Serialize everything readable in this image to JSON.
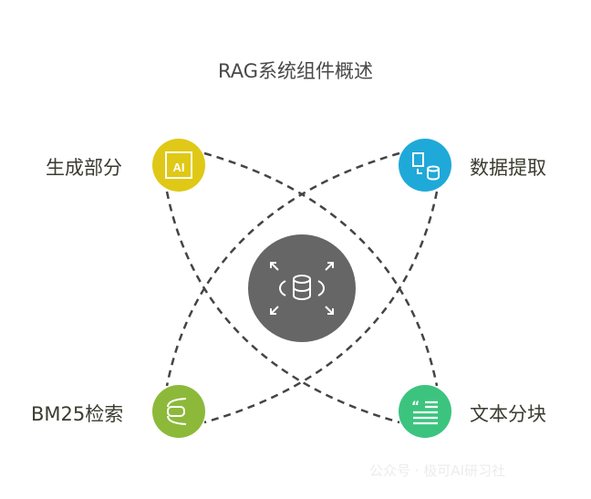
{
  "title": "RAG系统组件概述",
  "nodes": [
    {
      "label": "生成部分",
      "icon": "ai-icon",
      "color": "#E0C816"
    },
    {
      "label": "数据提取",
      "icon": "image-to-database-icon",
      "color": "#1FA9D9"
    },
    {
      "label": "BM25检索",
      "icon": "retrieval-icon",
      "color": "#8DB93A"
    },
    {
      "label": "文本分块",
      "icon": "text-block-icon",
      "color": "#3CC47F"
    }
  ],
  "center": {
    "icon": "database-expand-icon",
    "color": "#666666"
  },
  "watermark": "公众号 · 极可AI研习社"
}
